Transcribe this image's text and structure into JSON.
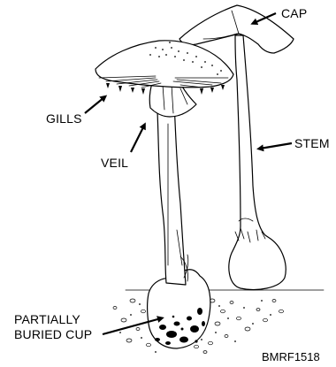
{
  "labels": {
    "cap": "CAP",
    "stem": "STEM",
    "gills": "GILLS",
    "veil": "VEIL",
    "cup_line1": "PARTIALLY",
    "cup_line2": "BURIED CUP"
  },
  "figure_code": "BMRF1518"
}
